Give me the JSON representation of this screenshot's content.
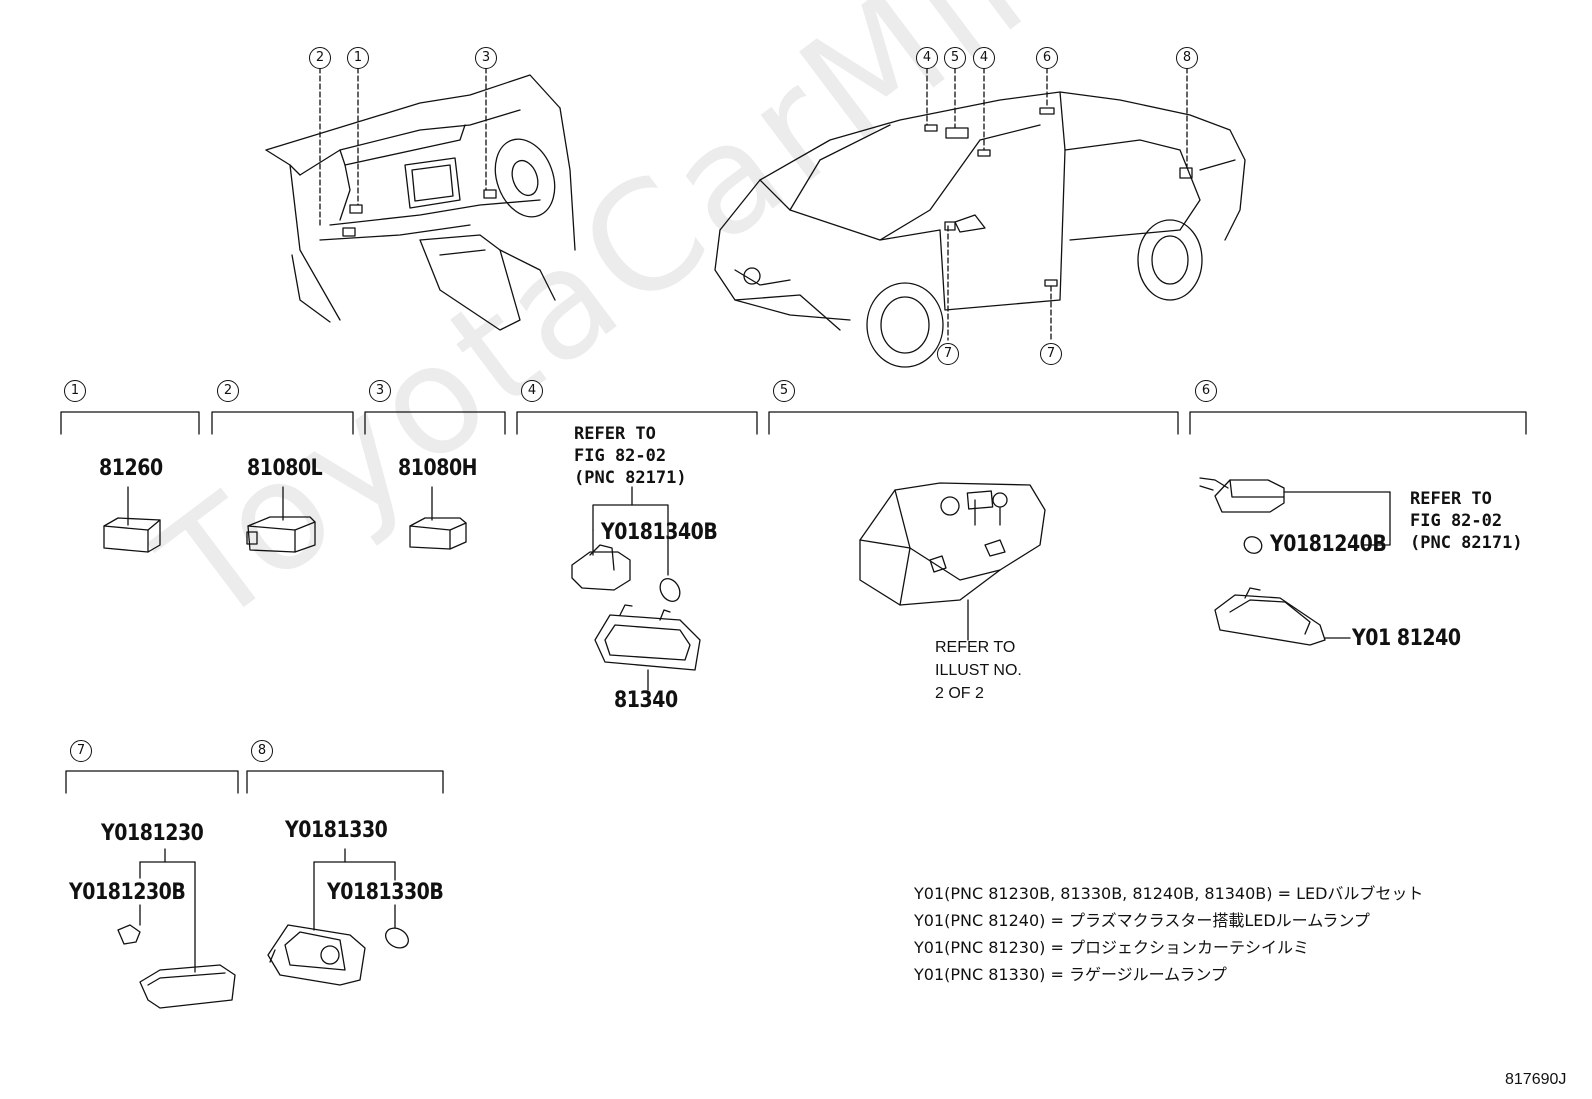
{
  "watermark": "ToyotaCarMine.ru",
  "callouts": {
    "n1": "1",
    "n2": "2",
    "n3": "3",
    "n4": "4",
    "n5": "5",
    "n6": "6",
    "n7": "7",
    "n8": "8"
  },
  "parts": {
    "p81260": "81260",
    "p81080L": "81080L",
    "p81080H": "81080H",
    "pY0181340B": "Y0181340B",
    "p81340": "81340",
    "pY0181240B": "Y0181240B",
    "pY0181240": "Y01 81240",
    "pY0181230": "Y0181230",
    "pY0181230B": "Y0181230B",
    "pY0181330": "Y0181330",
    "pY0181330B": "Y0181330B"
  },
  "refs": {
    "ref4": "REFER TO\nFIG 82-02\n(PNC 82171)",
    "ref5": "REFER TO\nILLUST NO.\n2 OF 2",
    "ref6": "REFER TO\nFIG 82-02\n(PNC 82171)"
  },
  "legend": [
    "Y01(PNC 81230B, 81330B, 81240B, 81340B) = LEDバルブセット",
    "Y01(PNC 81240) = プラズマクラスター搭載LEDルームランプ",
    "Y01(PNC 81230) = プロジェクションカーテシイルミ",
    "Y01(PNC 81330) = ラゲージルームランプ"
  ],
  "figure_id": "817690J"
}
